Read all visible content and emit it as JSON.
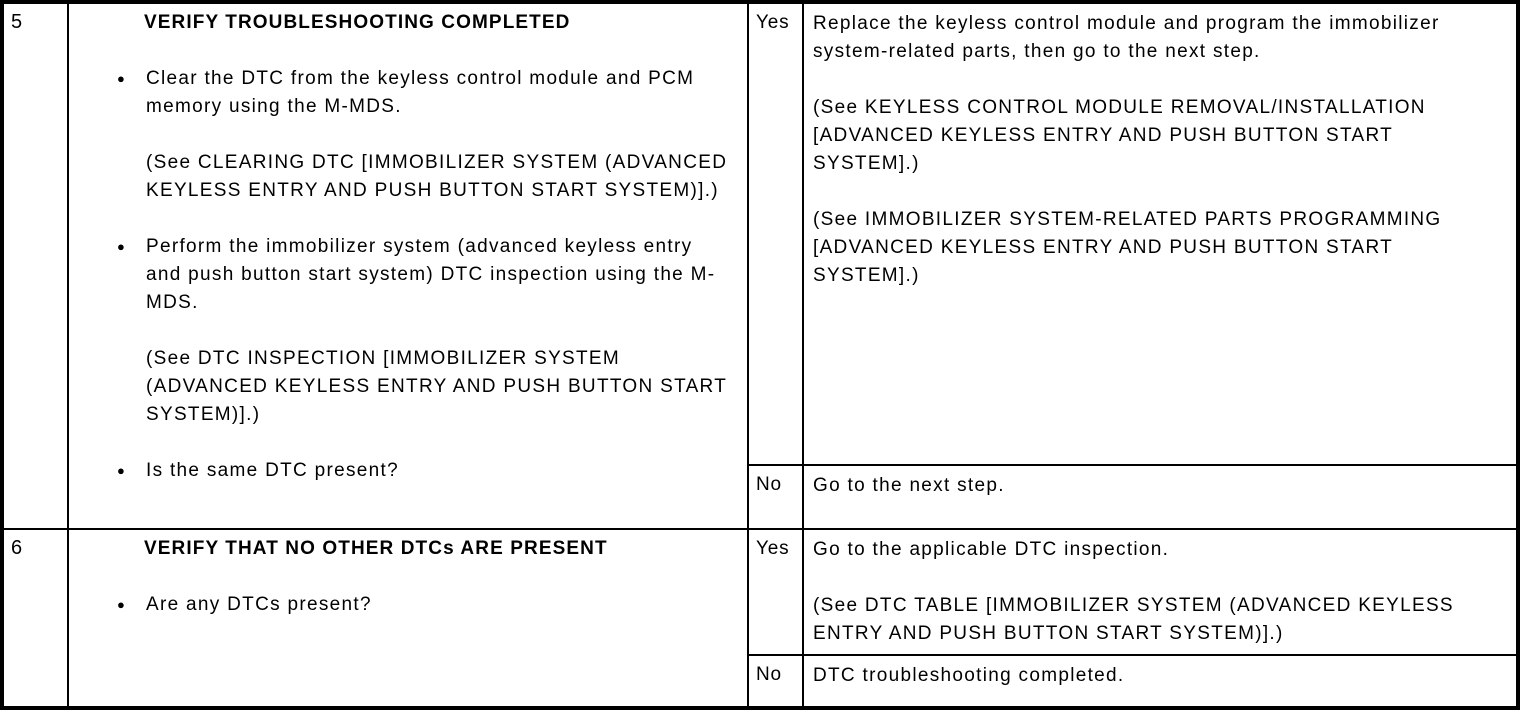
{
  "table": {
    "columns": {
      "step_col": "step-number",
      "inspection_col": "inspection",
      "flag_col": "yes-no",
      "action_col": "action"
    },
    "colors": {
      "border": "#000000",
      "background": "#ffffff",
      "text": "#000000"
    },
    "rows": [
      {
        "step": "5",
        "inspection": {
          "title": "VERIFY TROUBLESHOOTING COMPLETED",
          "bullet1": "Clear the DTC from the keyless control module and PCM memory using the M-MDS.",
          "ref1": "(See CLEARING DTC [IMMOBILIZER SYSTEM (ADVANCED KEYLESS ENTRY AND PUSH BUTTON START SYSTEM)].)",
          "bullet2": "Perform the immobilizer system (advanced keyless entry and push button start system) DTC inspection using the M-MDS.",
          "ref2": "(See DTC INSPECTION [IMMOBILIZER SYSTEM (ADVANCED KEYLESS ENTRY AND PUSH BUTTON START SYSTEM)].)",
          "bullet3": "Is the same DTC present?"
        },
        "yes": {
          "flag": "Yes",
          "p1": "Replace the keyless control module and program the immobilizer system-related parts, then go to the next step.",
          "p2": "(See KEYLESS CONTROL MODULE REMOVAL/INSTALLATION [ADVANCED KEYLESS ENTRY AND PUSH BUTTON START SYSTEM].)",
          "p3": "(See IMMOBILIZER SYSTEM-RELATED PARTS PROGRAMMING [ADVANCED KEYLESS ENTRY AND PUSH BUTTON START SYSTEM].)"
        },
        "no": {
          "flag": "No",
          "p1": "Go to the next step."
        }
      },
      {
        "step": "6",
        "inspection": {
          "title": "VERIFY THAT NO OTHER DTCs ARE PRESENT",
          "bullet1": "Are any DTCs present?"
        },
        "yes": {
          "flag": "Yes",
          "p1": "Go to the applicable DTC inspection.",
          "p2": "(See DTC TABLE [IMMOBILIZER SYSTEM (ADVANCED KEYLESS ENTRY AND PUSH BUTTON START SYSTEM)].)"
        },
        "no": {
          "flag": "No",
          "p1": "DTC troubleshooting completed."
        }
      }
    ]
  }
}
